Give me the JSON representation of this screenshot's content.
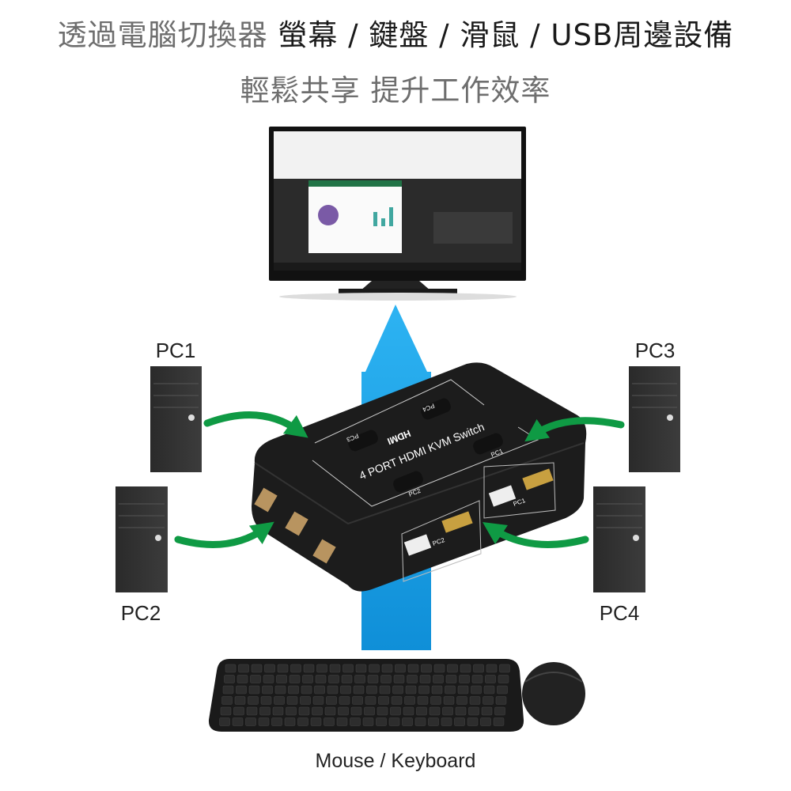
{
  "title": {
    "line1_gray": "透過電腦切換器",
    "line1_dark": "螢幕 / 鍵盤 / 滑鼠 / USB周邊設備",
    "line2": "輕鬆共享  提升工作效率"
  },
  "computers": [
    {
      "label": "PC1"
    },
    {
      "label": "PC2"
    },
    {
      "label": "PC3"
    },
    {
      "label": "PC4"
    }
  ],
  "kvm": {
    "name": "4 PORT HDMI KVM Switch",
    "logo": "HDMI",
    "buttons": [
      "PC1",
      "PC2",
      "PC3",
      "PC4"
    ],
    "port_labels": [
      "PC1",
      "PC2"
    ]
  },
  "peripherals_label": "Mouse / Keyboard",
  "colors": {
    "arrow_blue": "#1aa3e8",
    "arrow_green": "#0f9a44",
    "device": "#1c1c1c"
  }
}
